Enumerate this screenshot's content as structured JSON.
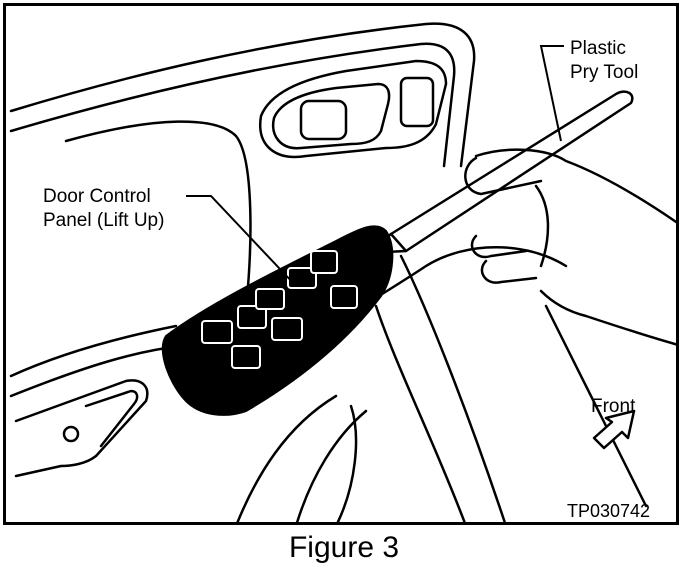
{
  "callouts": {
    "plastic_pry_tool_line1": "Plastic",
    "plastic_pry_tool_line2": "Pry Tool",
    "door_control_panel_line1": "Door Control",
    "door_control_panel_line2": "Panel (Lift Up)",
    "front": "Front"
  },
  "reference_code": "TP030742",
  "caption": "Figure 3"
}
